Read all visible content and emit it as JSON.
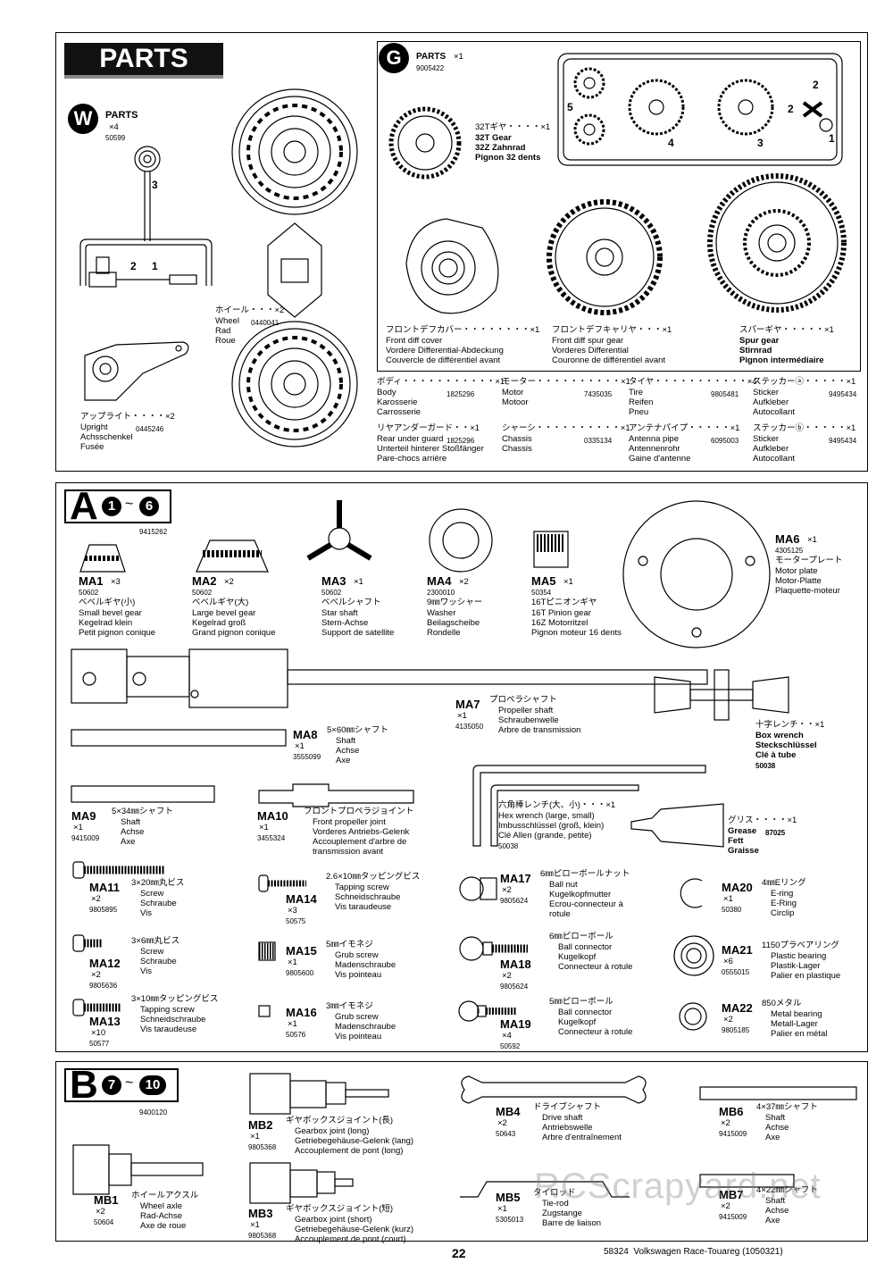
{
  "parts_header": {
    "title": "PARTS"
  },
  "w_parts": {
    "letter": "W",
    "title": "PARTS",
    "qty": "×4",
    "code": "50599",
    "gate1": "1",
    "gate2": "2",
    "gate3": "3"
  },
  "wheel": {
    "jp": "ホイール・・・×2",
    "en": "Wheel",
    "code": "0440041",
    "de": "Rad",
    "fr": "Roue"
  },
  "upright": {
    "jp": "アップライト・・・・×2",
    "en": "Upright",
    "code": "0445246",
    "de": "Achsschenkel",
    "fr": "Fusée"
  },
  "g_parts": {
    "letter": "G",
    "title": "PARTS",
    "qty": "×1",
    "code": "9005422"
  },
  "g_numbers": {
    "n1": "1",
    "n2a": "2",
    "n2b": "2",
    "n3": "3",
    "n4": "4",
    "n5": "5"
  },
  "gear32": {
    "jp": "32Tギヤ・・・・×1",
    "en": "32T Gear",
    "de": "32Z Zahnrad",
    "fr": "Pignon 32 dents"
  },
  "front_diff_cover": {
    "jp": "フロントデフカバー・・・・・・・・×1",
    "en": "Front diff cover",
    "de": "Vordere Differential-Abdeckung",
    "fr": "Couvercle de différentiel avant"
  },
  "front_diff_spur": {
    "jp": "フロントデフキャリヤ・・・×1",
    "en": "Front diff spur gear",
    "de": "Vorderes Differential",
    "fr": "Couronne de différentiel avant"
  },
  "spur_gear": {
    "jp": "スパーギヤ・・・・・×1",
    "en": "Spur gear",
    "de": "Stirnrad",
    "fr": "Pignon intermédiaire"
  },
  "misc": [
    {
      "jp": "ボディ・・・・・・・・・・・×1",
      "en": "Body",
      "code": "1825296",
      "de": "Karosserie",
      "fr": "Carrosserie"
    },
    {
      "jp": "モーター・・・・・・・・・・×1",
      "en": "Motor",
      "code": "7435035",
      "de": "Motoor",
      "fr": ""
    },
    {
      "jp": "タイヤ・・・・・・・・・・・×4",
      "en": "Tire",
      "code": "9805481",
      "de": "Reifen",
      "fr": "Pneu"
    },
    {
      "jp": "ステッカーⓐ・・・・・×1",
      "en": "Sticker",
      "code": "9495434",
      "de": "Aufkleber",
      "fr": "Autocollant"
    },
    {
      "jp": "リヤアンダーガード・・×1",
      "en": "Rear under guard",
      "code": "1825296",
      "de": "Unterteil hinterer Stoßfänger",
      "fr": "Pare-chocs arrière"
    },
    {
      "jp": "シャーシ・・・・・・・・・・×1",
      "en": "Chassis",
      "code": "0335134",
      "de": "Chassis",
      "fr": ""
    },
    {
      "jp": "アンテナパイプ・・・・・×1",
      "en": "Antenna pipe",
      "code": "6095003",
      "de": "Antennenrohr",
      "fr": "Gaine d'antenne"
    },
    {
      "jp": "ステッカーⓑ・・・・・×1",
      "en": "Sticker",
      "code": "9495434",
      "de": "Aufkleber",
      "fr": "Autocollant"
    }
  ],
  "bag_a": {
    "letter": "A",
    "step_from": "1",
    "tilde": "~",
    "step_to": "6",
    "code": "9415262"
  },
  "a_parts": [
    {
      "id": "MA1",
      "qty": "×3",
      "code": "50602",
      "jp": "ベベルギヤ(小)",
      "en": "Small bevel gear",
      "de": "Kegelrad klein",
      "fr": "Petit pignon conique"
    },
    {
      "id": "MA2",
      "qty": "×2",
      "code": "50602",
      "jp": "ベベルギヤ(大)",
      "en": "Large bevel gear",
      "de": "Kegelrad groß",
      "fr": "Grand pignon conique"
    },
    {
      "id": "MA3",
      "qty": "×1",
      "code": "50602",
      "jp": "ベベルシャフト",
      "en": "Star shaft",
      "de": "Stern-Achse",
      "fr": "Support de satellite"
    },
    {
      "id": "MA4",
      "qty": "×2",
      "code": "2300010",
      "jp": "9㎜ワッシャー",
      "en": "Washer",
      "de": "Beilagscheibe",
      "fr": "Rondelle"
    },
    {
      "id": "MA5",
      "qty": "×1",
      "code": "50354",
      "jp": "16Tピニオンギヤ",
      "en": "16T Pinion gear",
      "de": "16Z Motorritzel",
      "fr": "Pignon moteur 16 dents"
    },
    {
      "id": "MA6",
      "qty": "×1",
      "code": "4305125",
      "jp": "モータープレート",
      "en": "Motor plate",
      "de": "Motor-Platte",
      "fr": "Plaquette-moteur"
    },
    {
      "id": "MA7",
      "qty": "×1",
      "code": "4135050",
      "jp": "プロペラシャフト",
      "en": "Propeller shaft",
      "de": "Schraubenwelle",
      "fr": "Arbre de transmission"
    },
    {
      "id": "MA8",
      "qty": "×1",
      "code": "3555099",
      "jp": "5×60㎜シャフト",
      "en": "Shaft",
      "de": "Achse",
      "fr": "Axe"
    },
    {
      "id": "MA9",
      "qty": "×1",
      "code": "9415009",
      "jp": "5×34㎜シャフト",
      "en": "Shaft",
      "de": "Achse",
      "fr": "Axe"
    },
    {
      "id": "MA10",
      "qty": "×1",
      "code": "3455324",
      "jp": "フロントプロペラジョイント",
      "en": "Front propeller joint",
      "de": "Vorderes Antriebs-Gelenk",
      "fr": "Accouplement d'arbre de\ntransmission avant"
    },
    {
      "id": "MA11",
      "qty": "×2",
      "code": "9805895",
      "jp": "3×20㎜丸ビス",
      "en": "Screw",
      "de": "Schraube",
      "fr": "Vis"
    },
    {
      "id": "MA12",
      "qty": "×2",
      "code": "9805636",
      "jp": "3×6㎜丸ビス",
      "en": "Screw",
      "de": "Schraube",
      "fr": "Vis"
    },
    {
      "id": "MA13",
      "qty": "×10",
      "code": "50577",
      "jp": "3×10㎜タッピングビス",
      "en": "Tapping screw",
      "de": "Schneidschraube",
      "fr": "Vis taraudeuse"
    },
    {
      "id": "MA14",
      "qty": "×3",
      "code": "50575",
      "jp": "2.6×10㎜タッピングビス",
      "en": "Tapping screw",
      "de": "Schneidschraube",
      "fr": "Vis taraudeuse"
    },
    {
      "id": "MA15",
      "qty": "×1",
      "code": "9805600",
      "jp": "5㎜イモネジ",
      "en": "Grub screw",
      "de": "Madenschraube",
      "fr": "Vis pointeau"
    },
    {
      "id": "MA16",
      "qty": "×1",
      "code": "50576",
      "jp": "3㎜イモネジ",
      "en": "Grub screw",
      "de": "Madenschraube",
      "fr": "Vis pointeau"
    },
    {
      "id": "MA17",
      "qty": "×2",
      "code": "9805624",
      "jp": "6㎜ピローボールナット",
      "en": "Ball nut",
      "de": "Kugelkopfmutter",
      "fr": "Ecrou-connecteur à\nrotule"
    },
    {
      "id": "MA18",
      "qty": "×2",
      "code": "9805624",
      "jp": "6㎜ピローボール",
      "en": "Ball connector",
      "de": "Kugelkopf",
      "fr": "Connecteur à rotule"
    },
    {
      "id": "MA19",
      "qty": "×4",
      "code": "50592",
      "jp": "5㎜ピローボール",
      "en": "Ball connector",
      "de": "Kugelkopf",
      "fr": "Connecteur à rotule"
    },
    {
      "id": "MA20",
      "qty": "×1",
      "code": "50380",
      "jp": "4㎜Eリング",
      "en": "E-ring",
      "de": "E-Ring",
      "fr": "Circlip"
    },
    {
      "id": "MA21",
      "qty": "×6",
      "code": "0555015",
      "jp": "1150プラベアリング",
      "en": "Plastic bearing",
      "de": "Plastik-Lager",
      "fr": "Palier en plastique"
    },
    {
      "id": "MA22",
      "qty": "×2",
      "code": "9805185",
      "jp": "850メタル",
      "en": "Metal bearing",
      "de": "Metall-Lager",
      "fr": "Palier en métal"
    }
  ],
  "box_wrench": {
    "jp": "十字レンチ・・×1",
    "en": "Box wrench",
    "de": "Steckschlüssel",
    "fr": "Clé à tube",
    "code": "50038"
  },
  "hex_wrench": {
    "jp": "六角棒レンチ(大、小)・・・×1",
    "en": "Hex wrench (large, small)",
    "de": "Imbusschlüssel (groß, klein)",
    "fr": "Clé Allen (grande, petite)",
    "code": "50038"
  },
  "grease": {
    "jp": "グリス・・・・×1",
    "en": "Grease",
    "code": "87025",
    "de": "Fett",
    "fr": "Graisse"
  },
  "bag_b": {
    "letter": "B",
    "step_from": "7",
    "tilde": "~",
    "step_to": "10",
    "code": "9400120"
  },
  "b_parts": [
    {
      "id": "MB1",
      "qty": "×2",
      "code": "50604",
      "jp": "ホイールアクスル",
      "en": "Wheel axle",
      "de": "Rad-Achse",
      "fr": "Axe de roue"
    },
    {
      "id": "MB2",
      "qty": "×1",
      "code": "9805368",
      "jp": "ギヤボックスジョイント(長)",
      "en": "Gearbox joint (long)",
      "de": "Getriebegehäuse-Gelenk (lang)",
      "fr": "Accouplement de pont (long)"
    },
    {
      "id": "MB3",
      "qty": "×1",
      "code": "9805368",
      "jp": "ギヤボックスジョイント(短)",
      "en": "Gearbox joint (short)",
      "de": "Getriebegehäuse-Gelenk (kurz)",
      "fr": "Accouplement de pont (court)"
    },
    {
      "id": "MB4",
      "qty": "×2",
      "code": "50643",
      "jp": "ドライブシャフト",
      "en": "Drive shaft",
      "de": "Antriebswelle",
      "fr": "Arbre d'entraînement"
    },
    {
      "id": "MB5",
      "qty": "×1",
      "code": "5305013",
      "jp": "タイロッド",
      "en": "Tie-rod",
      "de": "Zugstange",
      "fr": "Barre de liaison"
    },
    {
      "id": "MB6",
      "qty": "×2",
      "code": "9415009",
      "jp": "4×37㎜シャフト",
      "en": "Shaft",
      "de": "Achse",
      "fr": "Axe"
    },
    {
      "id": "MB7",
      "qty": "×2",
      "code": "9415009",
      "jp": "4×22㎜シャフト",
      "en": "Shaft",
      "de": "Achse",
      "fr": "Axe"
    }
  ],
  "watermark": "RCScrapyard.net",
  "footer": {
    "page": "22",
    "model": "58324  Volkswagen Race-Touareg (1050321)"
  }
}
